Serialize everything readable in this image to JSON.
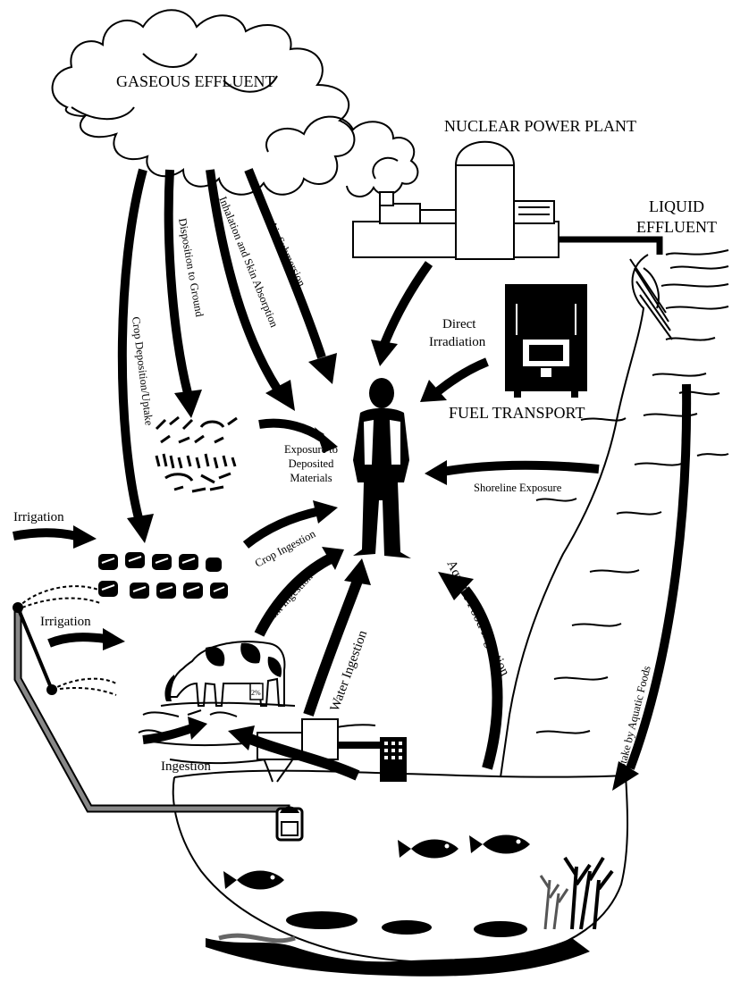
{
  "labels": {
    "gaseous_effluent": "GASEOUS EFFLUENT",
    "nuclear_power_plant": "NUCLEAR POWER PLANT",
    "liquid_effluent_line1": "LIQUID",
    "liquid_effluent_line2": "EFFLUENT",
    "fuel_transport": "FUEL TRANSPORT",
    "air_submersion": "Air Submersion",
    "inhalation_skin": "Inhalation and Skin Absorption",
    "disposition_ground": "Disposition to Ground",
    "crop_deposition": "Crop Deposition/Uptake",
    "direct_irradiation_line1": "Direct",
    "direct_irradiation_line2": "Irradiation",
    "exposure_line1": "Exposure to",
    "exposure_line2": "Deposited",
    "exposure_line3": "Materials",
    "shoreline_exposure": "Shoreline Exposure",
    "irrigation_top": "Irrigation",
    "irrigation_bottom": "Irrigation",
    "crop_ingestion": "Crop Ingestion",
    "milk_ingestion": "Milk Ingestion",
    "water_ingestion": "Water Ingestion",
    "aquatic_food_ingestion": "Aquatic Food Ingestion",
    "ingestion": "Ingestion",
    "uptake_aquatic_foods": "Uptake by Aquatic Foods",
    "milk_carton": "2%"
  }
}
